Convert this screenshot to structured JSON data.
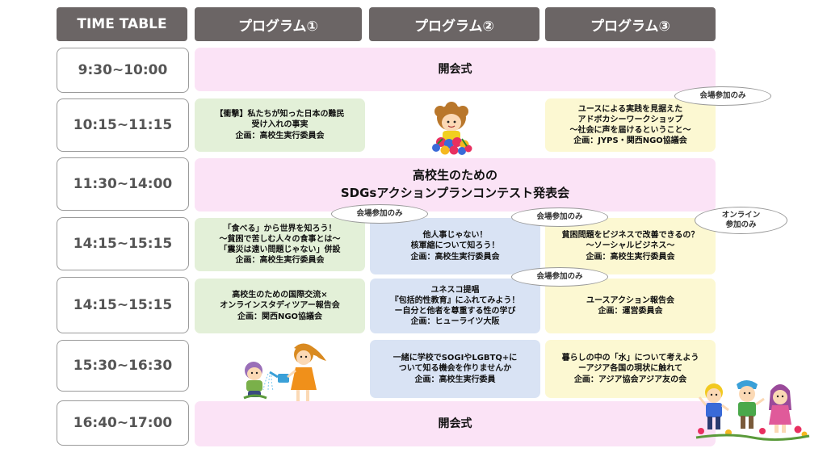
{
  "header": {
    "col0": "TIME TABLE",
    "col1": "プログラム①",
    "col2": "プログラム②",
    "col3": "プログラム③"
  },
  "times": [
    "9:30~10:00",
    "10:15~11:15",
    "11:30~14:00",
    "14:15~15:15",
    "14:15~15:15",
    "15:30~16:30",
    "16:40~17:00"
  ],
  "rows": {
    "opening": "開会式",
    "r2_p1": [
      "【衝撃】私たちが知った日本の難民",
      "受け入れの事実",
      "企画：高校生実行委員会"
    ],
    "r2_p3": [
      "ユースによる実践を見据えた",
      "アドボカシーワークショップ",
      "～社会に声を届けるということ～",
      "企画：JYPS・関西NGO協議会"
    ],
    "contest": [
      "高校生のための",
      "SDGsアクションプランコンテスト発表会"
    ],
    "r4_p1": [
      "「食べる」から世界を知ろう！",
      "～貧困で苦しむ人々の食事とは～",
      "「震災は遠い問題じゃない」併設",
      "企画：高校生実行委員会"
    ],
    "r4_p2": [
      "他人事じゃない！",
      "核軍縮について知ろう！",
      "企画：高校生実行委員会"
    ],
    "r4_p3": [
      "貧困問題をビジネスで改善できるの？",
      "～ソーシャルビジネス～",
      "企画：高校生実行委員会"
    ],
    "r5_p1": [
      "高校生のための国際交流×",
      "オンラインスタディツアー報告会",
      "企画：関西NGO協議会"
    ],
    "r5_p2": [
      "ユネスコ提唱",
      "『包括的性教育』にふれてみよう！",
      "ー自分と他者を尊重する性の学び",
      "企画：ヒューライツ大阪"
    ],
    "r5_p3": [
      "ユースアクション報告会",
      "企画：運営委員会"
    ],
    "r6_p2": [
      "一緒に学校でSOGIやLGBTQ+に",
      "ついて知る機会を作りませんか",
      "企画：高校生実行委員"
    ],
    "r6_p3": [
      "暮らしの中の「水」について考えよう",
      "ーアジア各国の現状に触れて",
      "企画：アジア協会アジア友の会"
    ],
    "closing": "開会式"
  },
  "bubbles": {
    "venue_only": "会場参加のみ",
    "online_only": [
      "オンライン",
      "参加のみ"
    ]
  },
  "colors": {
    "header_bg": "#6b6565",
    "pink": "#fbe3f6",
    "green": "#e3f0d8",
    "blue": "#d9e3f4",
    "yellow": "#fcf8d2"
  },
  "icons": [
    "flower-holding-kid-illustration",
    "watering-kids-illustration",
    "three-kids-illustration"
  ]
}
